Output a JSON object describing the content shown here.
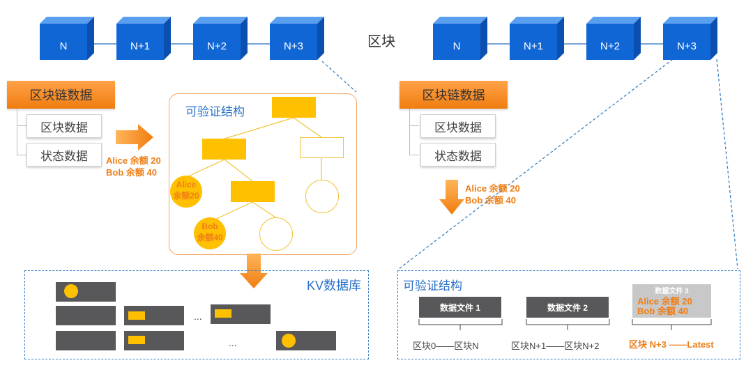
{
  "top": {
    "left_blocks": [
      "N",
      "N+1",
      "N+2",
      "N+3"
    ],
    "right_blocks": [
      "N",
      "N+1",
      "N+2",
      "N+3"
    ],
    "center_label": "区块"
  },
  "left": {
    "chain_header": "区块链数据",
    "block_data": "区块数据",
    "state_data": "状态数据",
    "annotation": [
      "Alice 余额 20",
      "Bob 余额 40"
    ],
    "verifiable_title": "可验证结构",
    "leaf1": [
      "Alice",
      "余额20"
    ],
    "leaf2": [
      "Bob",
      "余额40"
    ],
    "kv_title": "KV数据库",
    "ellipsis_1": "...",
    "ellipsis_2": "..."
  },
  "right": {
    "chain_header": "区块链数据",
    "block_data": "区块数据",
    "state_data": "状态数据",
    "annotation": [
      "Alice 余额 20",
      "Bob 余额 40"
    ],
    "verifiable_title": "可验证结构",
    "file1": "数据文件 1",
    "file2": "数据文件 2",
    "file3": "数据文件 3",
    "file3_lines": [
      "Alice 余额 20",
      "Bob 余额 40"
    ],
    "range1": "区块0——区块N",
    "range2": "区块N+1——区块N+2",
    "range3": "区块 N+3 ——Latest"
  },
  "colors": {
    "block_blue": "#1166d6",
    "orange": "#f07d10",
    "gold": "#ffc000",
    "dash_blue": "#3a82c4",
    "dark_gray": "#58585a"
  }
}
